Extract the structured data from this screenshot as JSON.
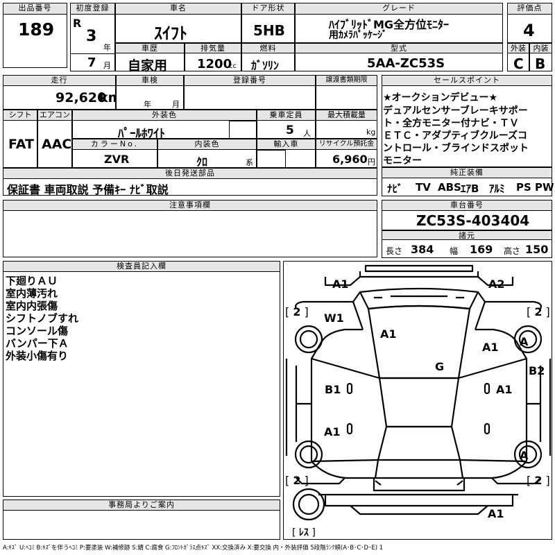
{
  "header": {
    "lot_label": "出品番号",
    "lot": "189",
    "first_reg_label": "初度登録",
    "era": "R",
    "year": "3",
    "year_unit": "年",
    "month": "7",
    "month_unit": "月",
    "car_name_label": "車名",
    "car_name": "ｽｲﾌﾄ",
    "door_label": "ドア形状",
    "door": "5HB",
    "grade_label": "グレード",
    "grade_line1": "ﾊｲﾌﾞﾘｯﾄﾞMG全方位ﾓﾆﾀｰ",
    "grade_line2": "用ｶﾒﾗﾊﾟｯｹｰｼﾞ",
    "score_label": "評価点",
    "score": "4",
    "history_label": "車歴",
    "history": "自家用",
    "displacement_label": "排気量",
    "displacement": "1200",
    "displacement_unit": "cc",
    "fuel_label": "燃料",
    "fuel": "ｶﾞｿﾘﾝ",
    "model_label": "型式",
    "model": "5AA-ZC53S",
    "ext_label": "外装",
    "ext_grade": "C",
    "int_label": "内装",
    "int_grade": "B"
  },
  "row2": {
    "mileage_label": "走行",
    "mileage": "92,620",
    "mileage_unit": "km",
    "inspection_label": "車検",
    "insp_year_unit": "年",
    "insp_month_unit": "月",
    "regno_label": "登録番号",
    "transfer_label": "譲渡書類期限",
    "shift_label": "シフト",
    "shift": "FAT",
    "ac_label": "エアコン",
    "ac": "AAC",
    "color_label": "外装色",
    "color": "ﾊﾟｰﾙﾎﾜｲﾄ",
    "capacity_label": "乗車定員",
    "capacity": "5",
    "capacity_unit": "人",
    "load_label": "最大積載量",
    "load_unit": "kg",
    "colorno_label": "カラーNo.",
    "colorno": "ZVR",
    "intcolor_label": "内装色",
    "intcolor": "ｸﾛ",
    "intcolor_unit": "系",
    "import_label": "輸入車",
    "recycle_label": "リサイクル預託金",
    "recycle": "6,960",
    "recycle_unit": "円",
    "later_label": "後日発送部品",
    "later": "保証書 車両取説 予備ｷｰ ﾅﾋﾞ取説"
  },
  "sales": {
    "label": "セールスポイント",
    "lines": [
      "★オークションデビュー★",
      "デュアルセンサーブレーキサポー",
      "ト・全方モニター付ナビ・ＴＶ",
      "ＥＴＣ・アダプティブクルーズコ",
      "ントロール・ブラインドスポット",
      "モニター"
    ]
  },
  "equipment": {
    "label": "純正装備",
    "items": [
      "ﾅﾋﾞ",
      "TV",
      "ABS",
      "ｴｱB",
      "ｱﾙﾐ",
      "PS",
      "PW"
    ]
  },
  "notes_label": "注意事項欄",
  "chassis": {
    "label": "車台番号",
    "value": "ZC53S-403404"
  },
  "dims": {
    "label": "諸元",
    "length_label": "長さ",
    "length": "384",
    "width_label": "幅",
    "width": "169",
    "height_label": "高さ",
    "height": "150"
  },
  "inspector": {
    "label": "検査員記入欄",
    "lines": [
      "下廻りＡＵ",
      "室内薄汚れ",
      "室内内張傷",
      "シフトノブすれ",
      "コンソール傷",
      "バンパー下Ａ",
      "外装小傷有り"
    ]
  },
  "office_label": "事務局よりご案内",
  "damage": {
    "A1": "A1",
    "A2": "A2",
    "W1": "W1",
    "G": "G",
    "B1": "B1",
    "B2": "B2",
    "A": "A",
    "tire": "2",
    "spare": "ﾚｽ"
  },
  "legend": "A:ｷｽﾞ U:ﾍｺﾐ B:ｷｽﾞを伴うﾍｺﾐ P:要塗装 W:補修跡 S:錆 C:腐食 G:ﾌﾛﾝﾄｶﾞﾗｽ点ｷｽﾞ XX:交換済み X:要交換 内・外装評価 5段階ﾗﾝｸ順(A･B･C･D･E) 1"
}
